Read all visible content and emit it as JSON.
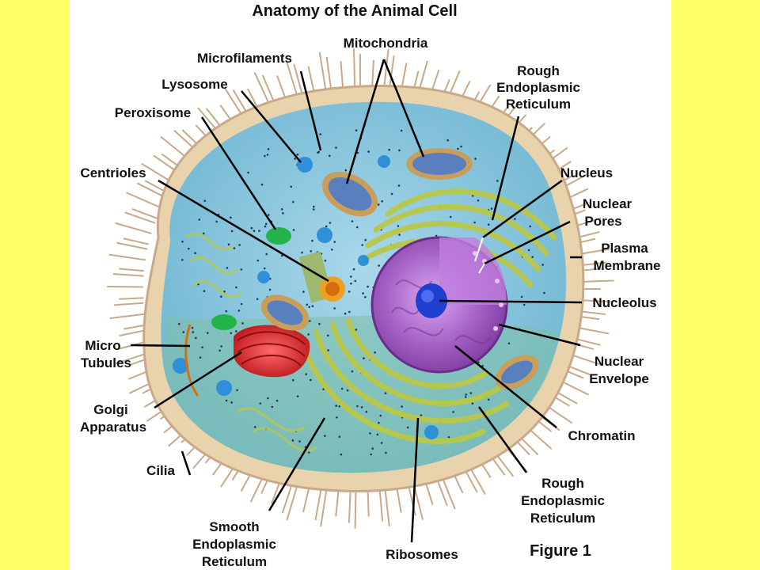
{
  "title": "Anatomy of the Animal Cell",
  "figure_label": "Figure 1",
  "labels": {
    "microfilaments": "Microfilaments",
    "mitochondria": "Mitochondria",
    "lysosome": "Lysosome",
    "peroxisome": "Peroxisome",
    "centrioles": "Centrioles",
    "micro_tubules": [
      "Micro",
      "Tubules"
    ],
    "golgi_apparatus": [
      "Golgi",
      "Apparatus"
    ],
    "cilia": "Cilia",
    "smooth_er": [
      "Smooth",
      "Endoplasmic",
      "Reticulum"
    ],
    "ribosomes": "Ribosomes",
    "rough_er_top": [
      "Rough",
      "Endoplasmic",
      "Reticulum"
    ],
    "nucleus": "Nucleus",
    "nuclear_pores": [
      "Nuclear",
      "Pores"
    ],
    "plasma_membrane": [
      "Plasma",
      "Membrane"
    ],
    "nucleolus": "Nucleolus",
    "nuclear_envelope": [
      "Nuclear",
      "Envelope"
    ],
    "chromatin": "Chromatin",
    "rough_er_bottom": [
      "Rough",
      "Endoplasmic",
      "Reticulum"
    ]
  },
  "colors": {
    "background": "#ffff66",
    "panel": "#ffffff",
    "membrane": "#e8d3ad",
    "cytoplasm": "#8fc9df",
    "nucleus": "#a35fc4",
    "nucleolus": "#1f3fd0",
    "golgi": "#d8242a",
    "er": "#b8c84a",
    "peroxisome": "#22b34a",
    "lysosome": "#2f8fd8",
    "mitochondria": "#5a7fbf"
  }
}
